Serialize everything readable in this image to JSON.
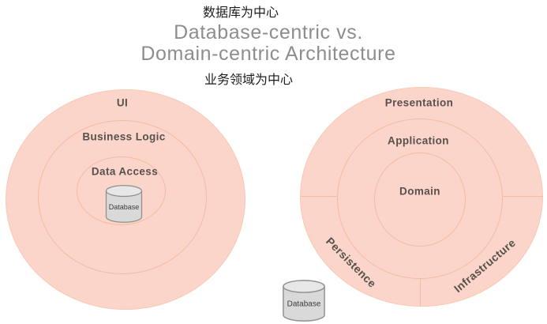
{
  "header": {
    "top_label_zh": "数据库为中心",
    "title_line1": "Database-centric vs.",
    "title_line2": "Domain-centric Architecture",
    "bottom_label_zh": "业务领域为中心"
  },
  "left_diagram": {
    "name": "Database-centric architecture",
    "rings": [
      "UI",
      "Business Logic",
      "Data Access"
    ],
    "database_label": "Database"
  },
  "right_diagram": {
    "name": "Domain-centric architecture",
    "rings": [
      "Presentation",
      "Application",
      "Domain"
    ],
    "bottom_segments": [
      "Persistence",
      "Infrastructure"
    ],
    "database_label": "Database"
  },
  "colors": {
    "ring_fill": "#fbd5c9",
    "ring_stroke": "#f4bba1",
    "title_gray": "#8d8d8d",
    "layer_text": "#57514c",
    "chinese_text": "#1c1c1c",
    "cylinder_fill": "#d9d9d9",
    "cylinder_top_fill": "#e7e7e7",
    "cylinder_stroke": "#8f8f8f"
  }
}
